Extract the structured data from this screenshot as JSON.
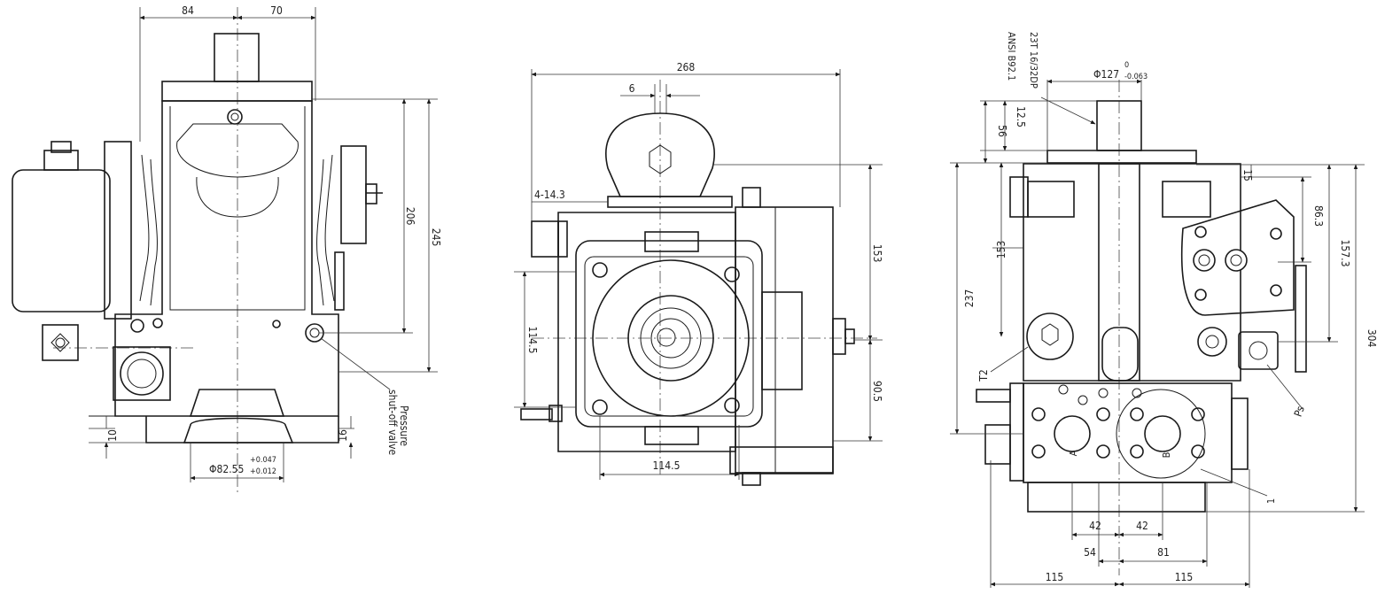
{
  "colors": {
    "ink": "#1a1a1a",
    "background": "#ffffff"
  },
  "left_view": {
    "dims": {
      "d84": "84",
      "d70": "70",
      "d206": "206",
      "d245": "245",
      "d10": "10",
      "d16": "16",
      "pilot_dia": "Φ82.55",
      "pilot_tol_upper": "+0.047",
      "pilot_tol_lower": "+0.012"
    },
    "callout_line1": "Pressure",
    "callout_line2": "shut-off valve"
  },
  "center_view": {
    "dims": {
      "d268": "268",
      "d6": "6",
      "holes": "4-14.3",
      "d153": "153",
      "d1145_left": "114.5",
      "d905": "90.5",
      "d1145_bottom": "114.5"
    }
  },
  "right_view": {
    "spline1": "23T 16/32DP",
    "spline2": "ANSI B92.1",
    "shaft_dia": "Φ127",
    "shaft_tol_upper": "0",
    "shaft_tol_lower": "-0.063",
    "dims": {
      "d125": "12.5",
      "d56": "56",
      "d15": "15",
      "d863": "86.3",
      "d1573": "157.3",
      "d304": "304",
      "d153": "153",
      "d237": "237",
      "d42a": "42",
      "d42b": "42",
      "d54": "54",
      "d81": "81",
      "d115a": "115",
      "d115b": "115"
    },
    "ports": {
      "t2": "T2",
      "ps": "Ps",
      "a": "A",
      "b": "B",
      "one": "1"
    }
  }
}
